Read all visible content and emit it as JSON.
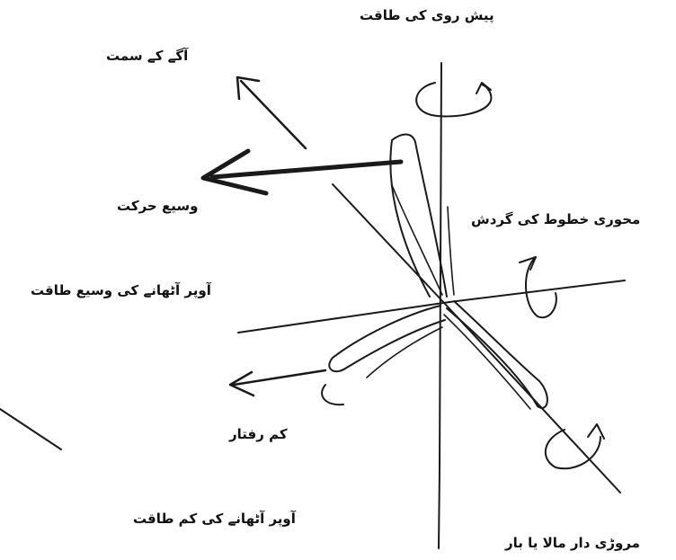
{
  "labels": {
    "forward_force": "پیش روی کی طاقت",
    "ahead_direction": "آگے کے سمت",
    "broad_motion": "وسیع حرکت",
    "axis_rotation": "محوری خطوط کی گردش",
    "lift_broad_force": "آوپر آٹھانے کی وسیع طاقت",
    "low_speed": "کم رفتار",
    "lift_low_force": "آوپر آٹھانے کی کم طاقت",
    "twisted_load": "مروڑی دار مالا یا بار"
  }
}
